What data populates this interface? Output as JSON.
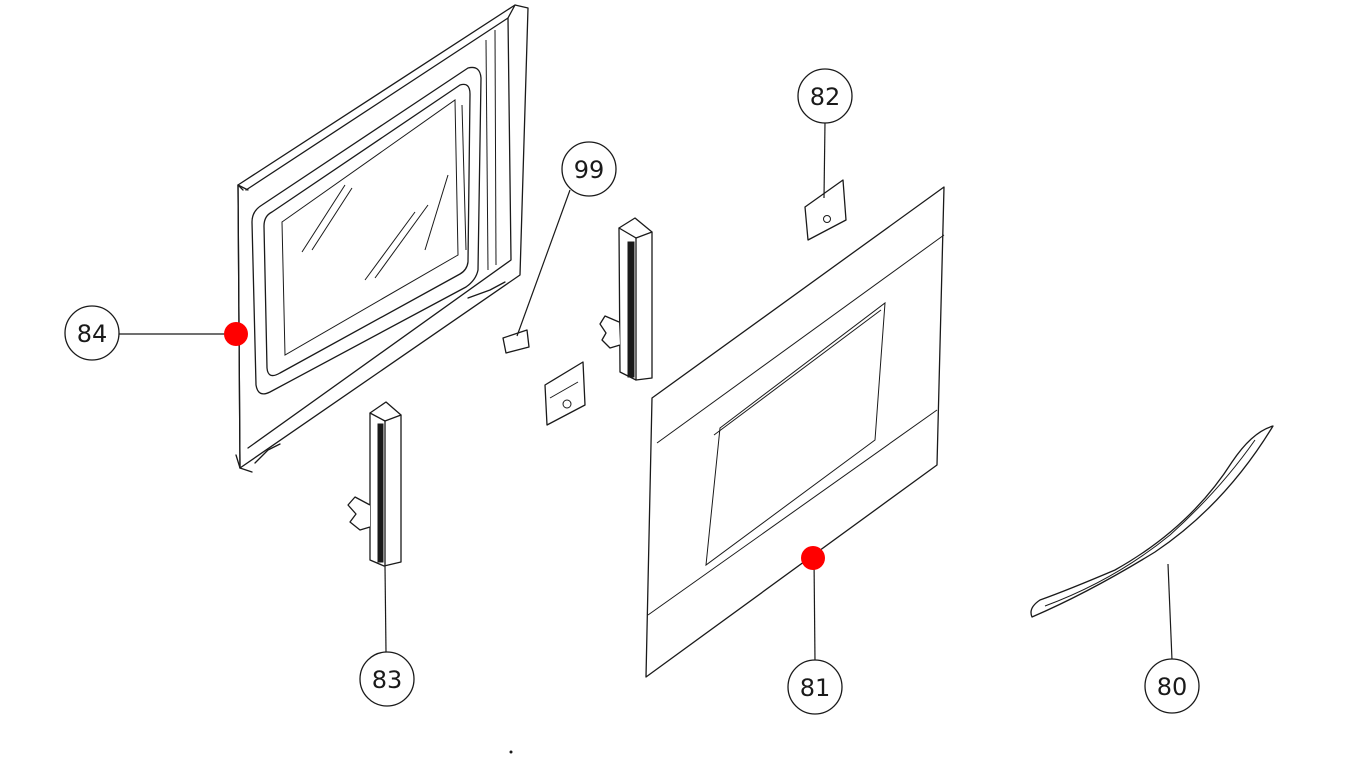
{
  "callouts": [
    {
      "label": "84"
    },
    {
      "label": "99"
    },
    {
      "label": "82"
    },
    {
      "label": "83"
    },
    {
      "label": "81"
    },
    {
      "label": "80"
    }
  ],
  "colors": {
    "line": "#1a1a1a",
    "marker": "#ff0000",
    "background": "#ffffff"
  }
}
